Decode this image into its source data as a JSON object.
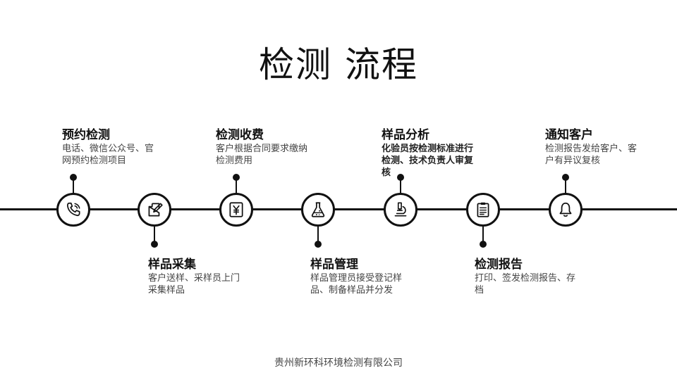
{
  "title": "检测 流程",
  "steps": [
    {
      "title": "预约检测",
      "desc": "电话、微信公众号、官网预约检测项目",
      "icon": "phone-icon"
    },
    {
      "title": "样品采集",
      "desc": "客户送样、采样员上门采集样品",
      "icon": "edit-icon"
    },
    {
      "title": "检测收费",
      "desc": "客户根据合同要求缴纳检测费用",
      "icon": "yen-icon"
    },
    {
      "title": "样品管理",
      "desc": "样品管理员接受登记样品、制备样品并分发",
      "icon": "flask-icon"
    },
    {
      "title": "样品分析",
      "desc": "化验员按检测标准进行检测、技术负责人审复核",
      "icon": "microscope-icon"
    },
    {
      "title": "检测报告",
      "desc": "打印、签发检测报告、存档",
      "icon": "clipboard-icon"
    },
    {
      "title": "通知客户",
      "desc": "检测报告发给客户、客户有异议复核",
      "icon": "bell-icon"
    }
  ],
  "footer": "贵州新环科环境检测有限公司"
}
